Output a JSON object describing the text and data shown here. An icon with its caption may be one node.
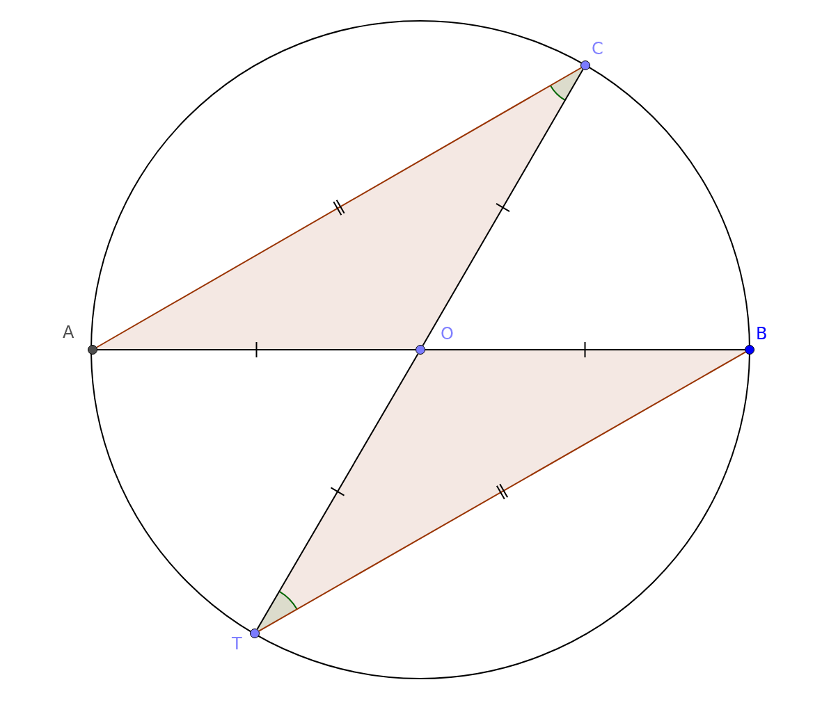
{
  "diagram": {
    "nodes": [
      {
        "text": [],
        "shape": "circle",
        "beside": [
          "A"
        ]
      },
      {
        "text": [],
        "shape": "circle",
        "beside": [
          "C"
        ]
      },
      {
        "text": [],
        "shape": "circle",
        "beside": [
          "O"
        ]
      },
      {
        "text": [],
        "shape": "circle",
        "beside": [
          "B"
        ]
      },
      {
        "text": [],
        "shape": "circle",
        "beside": [
          "T"
        ]
      }
    ],
    "edges": [
      {
        "from": 0,
        "to": 1,
        "arrow": "none",
        "color": "#993300"
      },
      {
        "from": 1,
        "to": 2,
        "arrow": "none"
      },
      {
        "from": 2,
        "to": 4,
        "arrow": "none"
      },
      {
        "from": 4,
        "to": 3,
        "arrow": "none",
        "color": "#993300"
      },
      {
        "from": 0,
        "to": 2,
        "arrow": "none"
      },
      {
        "from": 2,
        "to": 3,
        "arrow": "none"
      }
    ]
  }
}
